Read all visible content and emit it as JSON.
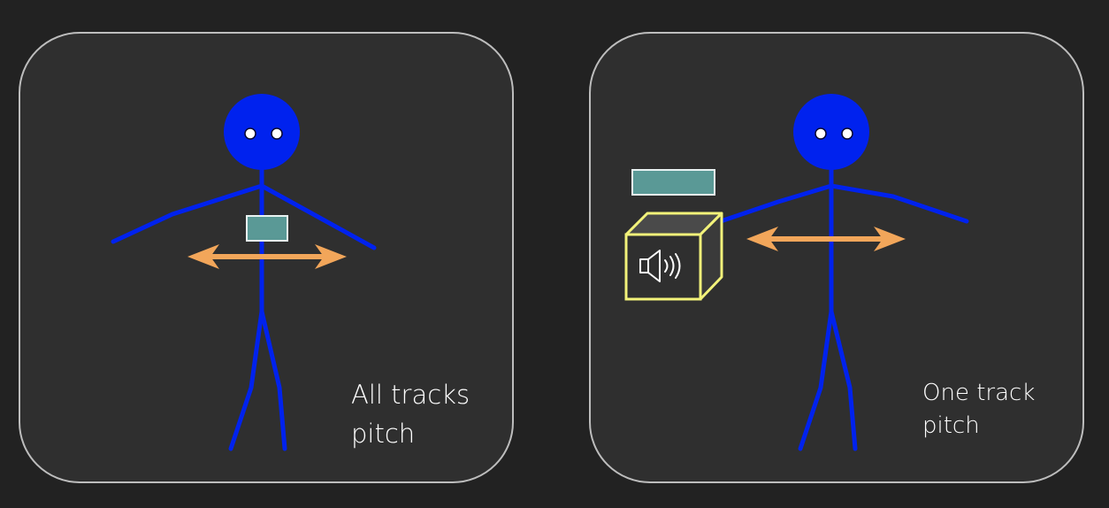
{
  "panels": [
    {
      "caption_lines": [
        "All tracks",
        "pitch"
      ],
      "marker_color": "#5a9996",
      "arrow_color": "#f2a65a",
      "figure_color": "#0022ee"
    },
    {
      "caption_lines": [
        "One track",
        "pitch"
      ],
      "marker_color": "#5a9996",
      "arrow_color": "#f2a65a",
      "figure_color": "#0022ee",
      "speaker_box": {
        "icon": "speaker-icon",
        "outline_color": "#f2f27a"
      }
    }
  ],
  "colors": {
    "background": "#222222",
    "panel_fill": "#2f2f2f",
    "panel_border": "#bdbdbd"
  }
}
